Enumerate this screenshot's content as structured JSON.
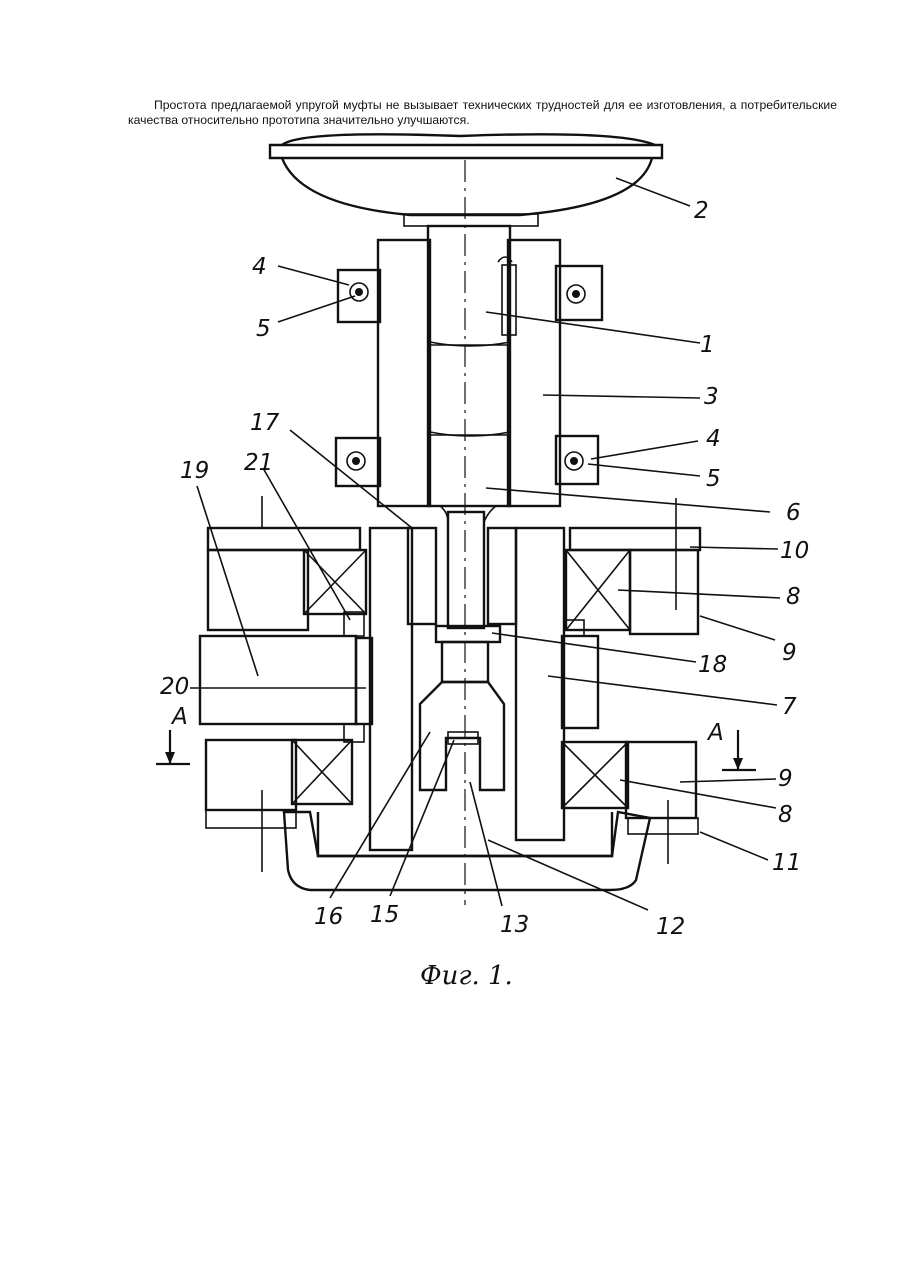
{
  "paragraph": "Простота предлагаемой упругой муфты не вызывает технических трудностей для ее изготовления, а потребительские качества относительно прототипа значительно улучшаются.",
  "figure": {
    "caption": "Фиг. 1.",
    "section_marks": {
      "left": "А",
      "right": "А"
    },
    "labels": {
      "l1": "1",
      "l2": "2",
      "l3": "3",
      "l4a": "4",
      "l4b": "4",
      "l5a": "5",
      "l5b": "5",
      "l6": "6",
      "l7": "7",
      "l8a": "8",
      "l8b": "8",
      "l9a": "9",
      "l9b": "9",
      "l10": "10",
      "l11": "11",
      "l12": "12",
      "l13": "13",
      "l15": "15",
      "l16": "16",
      "l17": "17",
      "l18": "18",
      "l19": "19",
      "l20": "20",
      "l21": "21"
    }
  }
}
